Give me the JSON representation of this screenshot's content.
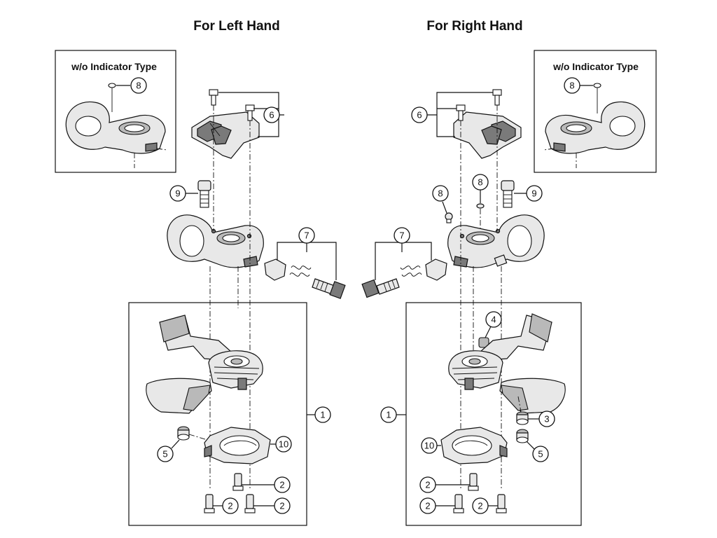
{
  "titles": {
    "left": "For Left Hand",
    "right": "For Right Hand"
  },
  "insets": {
    "left_title": "w/o Indicator Type",
    "right_title": "w/o Indicator Type"
  },
  "callouts": {
    "left": {
      "inset_8": "8",
      "cover_6": "6",
      "bolt_9": "9",
      "adjuster_7": "7",
      "unit_1": "1",
      "cap_5": "5",
      "plate_10": "10",
      "screw_2a": "2",
      "screw_2b": "2",
      "screw_2c": "2"
    },
    "right": {
      "inset_8": "8",
      "cover_6": "6",
      "screw_8a": "8",
      "screw_8b": "8",
      "bolt_9": "9",
      "adjuster_7": "7",
      "knob_4": "4",
      "unit_1": "1",
      "cap_3": "3",
      "plate_10": "10",
      "cap_5": "5",
      "screw_2a": "2",
      "screw_2b": "2",
      "screw_2c": "2"
    }
  },
  "colors": {
    "line": "#111111",
    "background": "#ffffff",
    "part_fill": "#e8e8e8",
    "part_shade": "#7a7a7a"
  }
}
